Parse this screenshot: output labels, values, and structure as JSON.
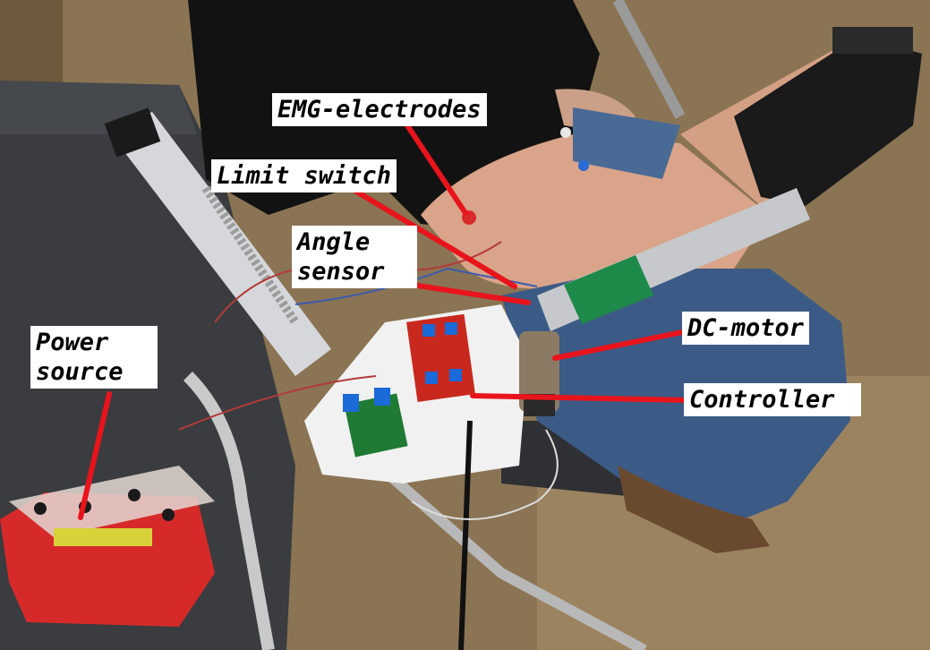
{
  "callouts": {
    "emg_electrodes": "EMG-electrodes",
    "limit_switch": "Limit switch",
    "angle_sensor": "Angle\nsensor",
    "dc_motor": "DC-motor",
    "controller": "Controller",
    "power_source": "Power\nsource"
  },
  "colors": {
    "pointer_line": "#e8141c",
    "label_background": "#ffffff",
    "battery": "#d62a2a",
    "pcb_red": "#c8281e",
    "pcb_green": "#1f7a34",
    "tape_green": "#1d8a4a",
    "shirt": "#121212",
    "jeans": "#3c5a86",
    "chair_dark": "#3a3c3f",
    "floor": "#8a7454"
  },
  "icons": {
    "pointer": "red-pointer-line",
    "battery": "battery-icon",
    "motor": "motor-icon",
    "board": "circuit-board-icon"
  }
}
